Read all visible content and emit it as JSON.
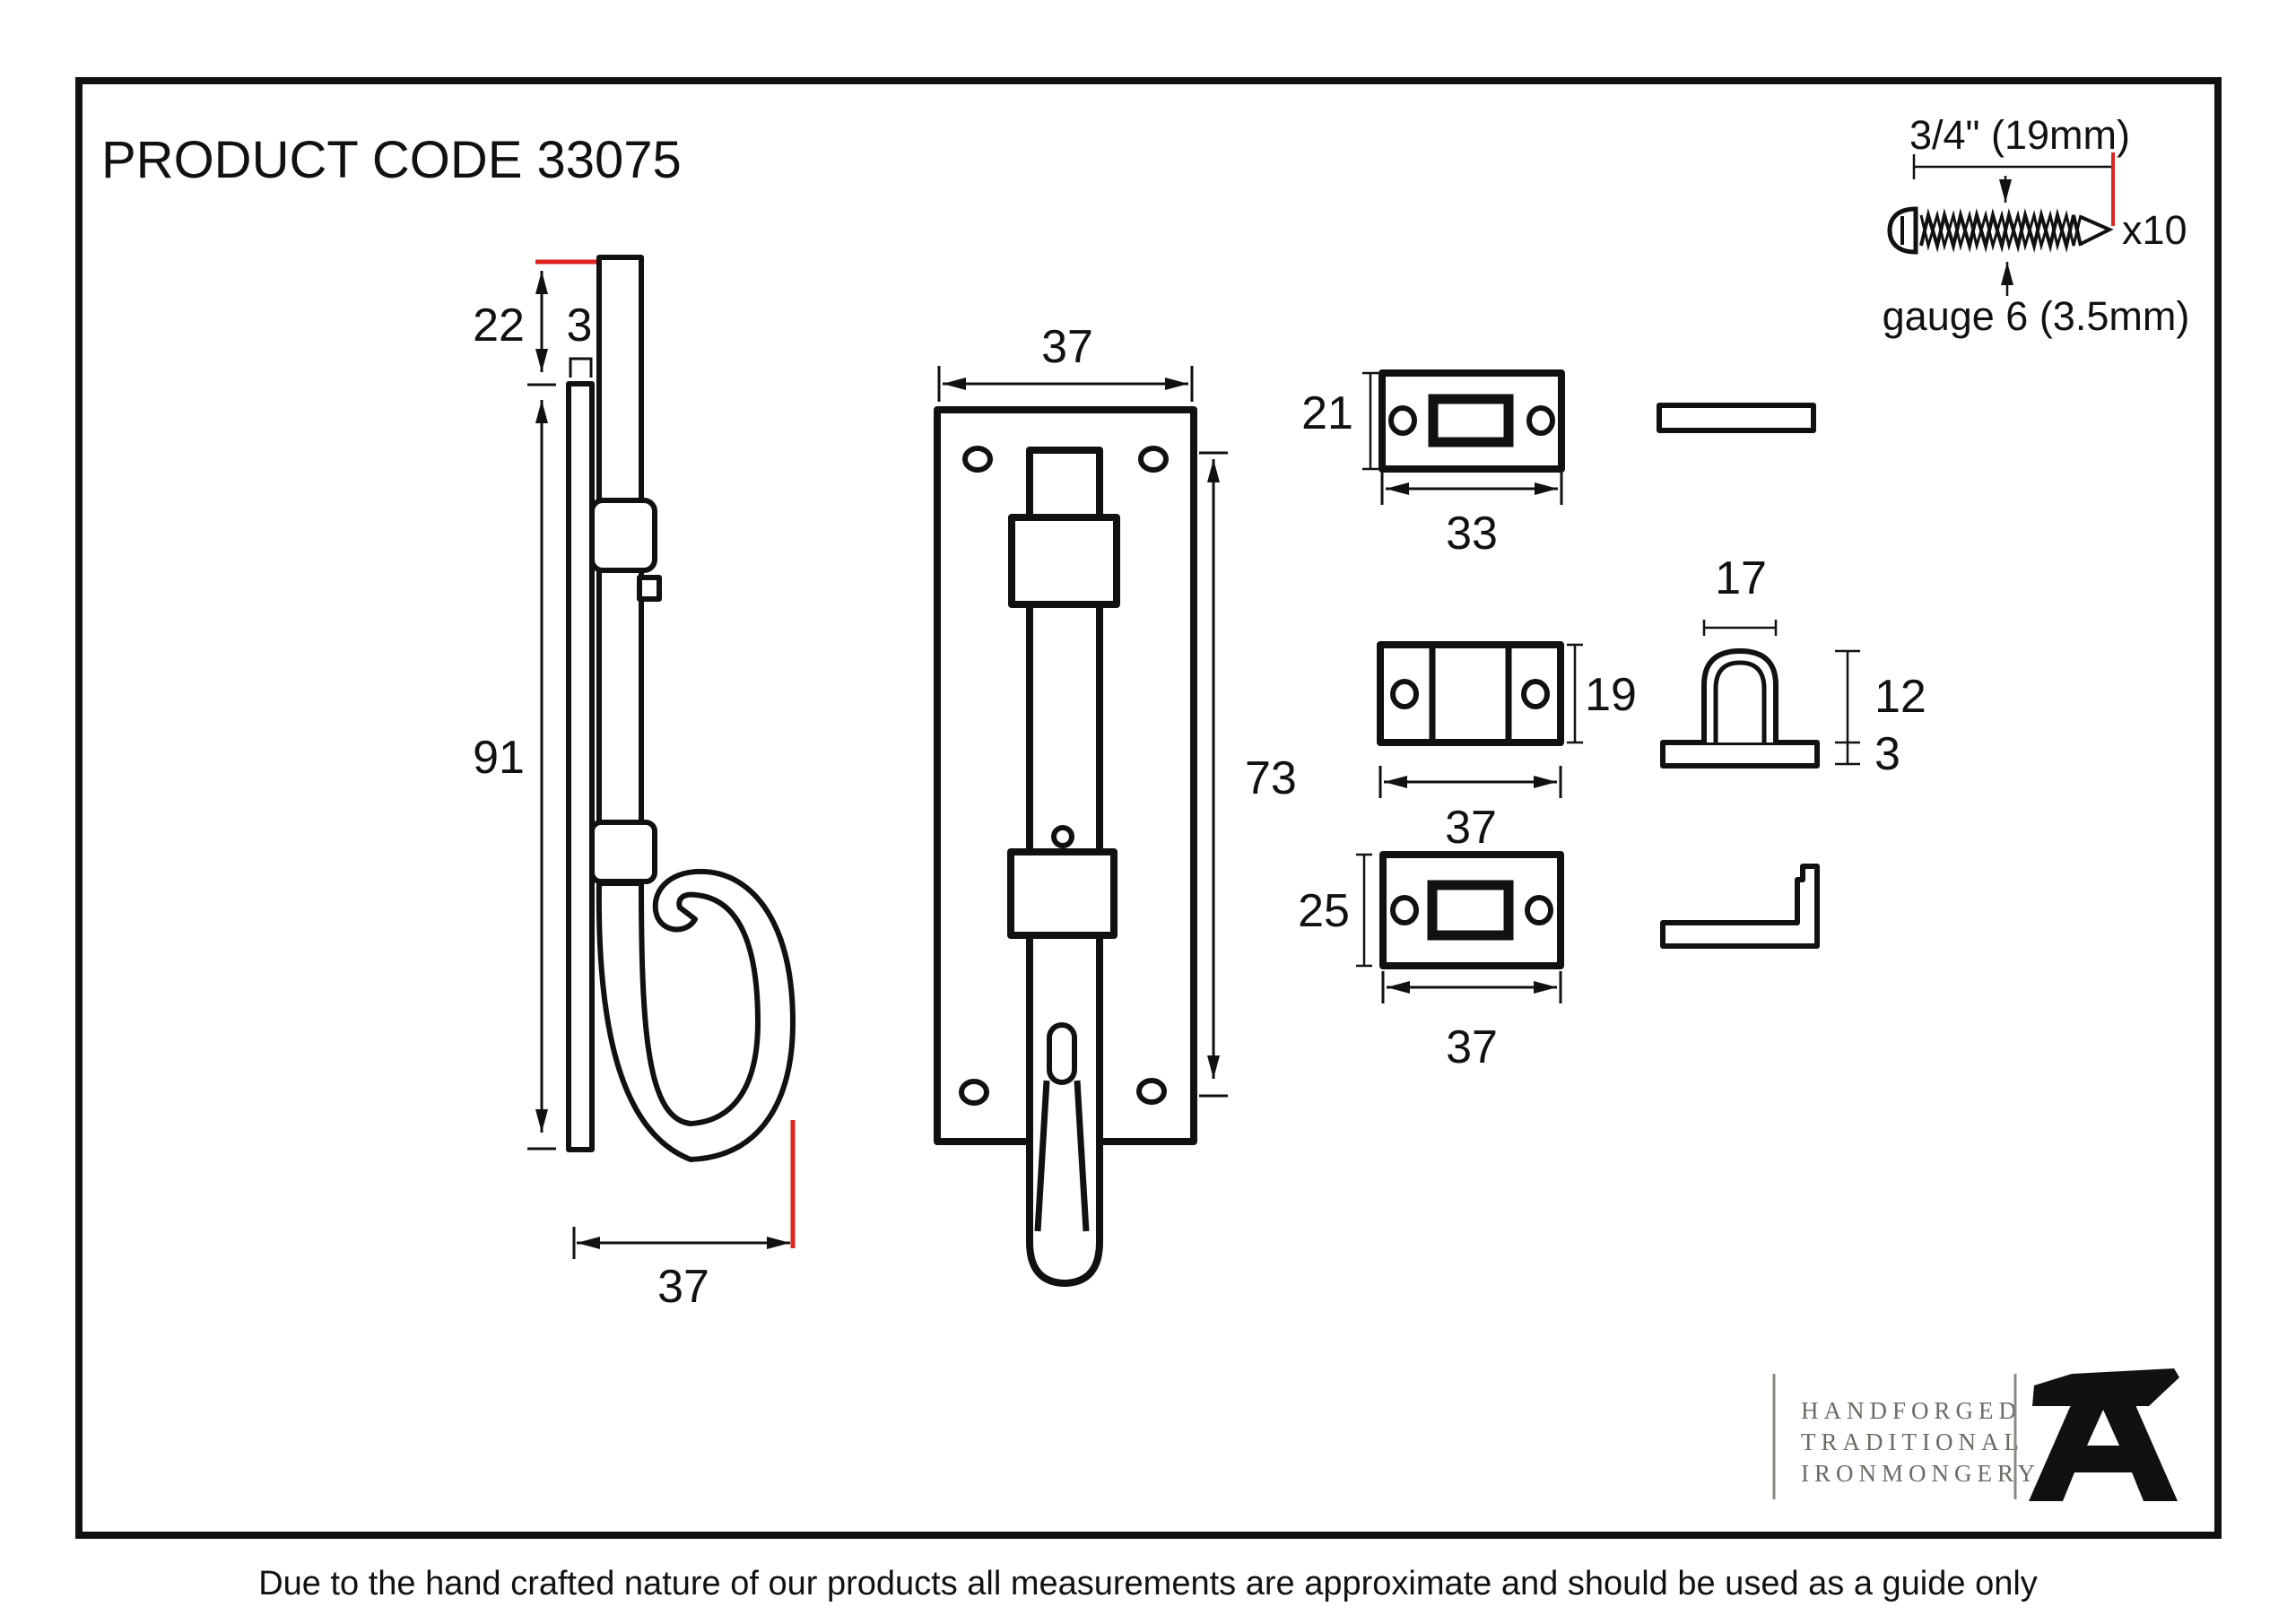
{
  "title": "PRODUCT CODE 33075",
  "screw": {
    "length": "3/4\" (19mm)",
    "quantity": "x10",
    "gauge": "gauge 6 (3.5mm)"
  },
  "side_view": {
    "bolt_top_offset": "22",
    "plate_thickness": "3",
    "plate_height": "91",
    "crook_width": "37"
  },
  "front_view": {
    "plate_width": "37",
    "bolt_length": "73"
  },
  "keeper_slot_small": {
    "height": "21",
    "width": "33"
  },
  "guide_bracket": {
    "height": "19",
    "width": "37",
    "staple_width": "17",
    "staple_height": "12",
    "base_thickness": "3"
  },
  "keeper_slot_large": {
    "height": "25",
    "width": "37"
  },
  "logo": {
    "line1": "HANDFORGED",
    "line2": "TRADITIONAL",
    "line3": "IRONMONGERY"
  },
  "footer": {
    "disclaimer": "Due to the hand crafted nature of our products all measurements are approximate and should be used as a guide only"
  },
  "colors": {
    "line": "#111111",
    "accent_red": "#e02520",
    "logo_gray": "#6b6a64"
  }
}
